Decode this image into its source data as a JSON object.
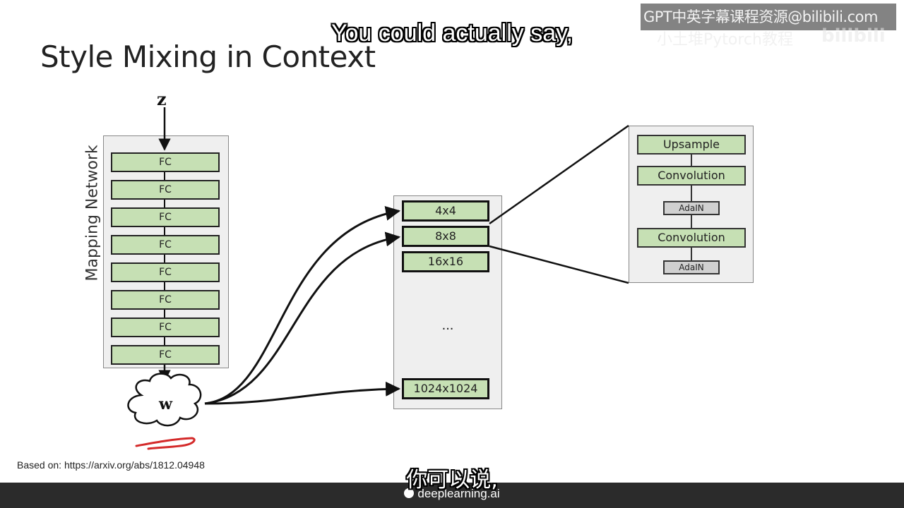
{
  "slide": {
    "title": "Style Mixing in Context",
    "caption_en": "You could actually say,",
    "caption_zh": "你可以说,",
    "watermark": "GPT中英字幕课程资源@bilibili.com",
    "watermark_faint": "小土堆Pytorch教程",
    "watermark_logo": "bilibili",
    "based_on": "Based on: https://arxiv.org/abs/1812.04948",
    "brand": "deeplearning.ai"
  },
  "diagram": {
    "input_label": "z",
    "latent_label": "w",
    "mapping_network_label": "Mapping Network",
    "fc_layers": [
      "FC",
      "FC",
      "FC",
      "FC",
      "FC",
      "FC",
      "FC",
      "FC"
    ],
    "resolutions": [
      "4x4",
      "8x8",
      "16x16",
      "1024x1024"
    ],
    "ellipsis": "...",
    "block": {
      "upsample": "Upsample",
      "convolution_1": "Convolution",
      "adain_1": "AdaIN",
      "convolution_2": "Convolution",
      "adain_2": "AdaIN"
    }
  },
  "colors": {
    "box_fill": "#c6e0b4",
    "panel_fill": "#efefef",
    "adain_fill": "#d0d0d0",
    "annotation_red": "#d42a2a"
  }
}
